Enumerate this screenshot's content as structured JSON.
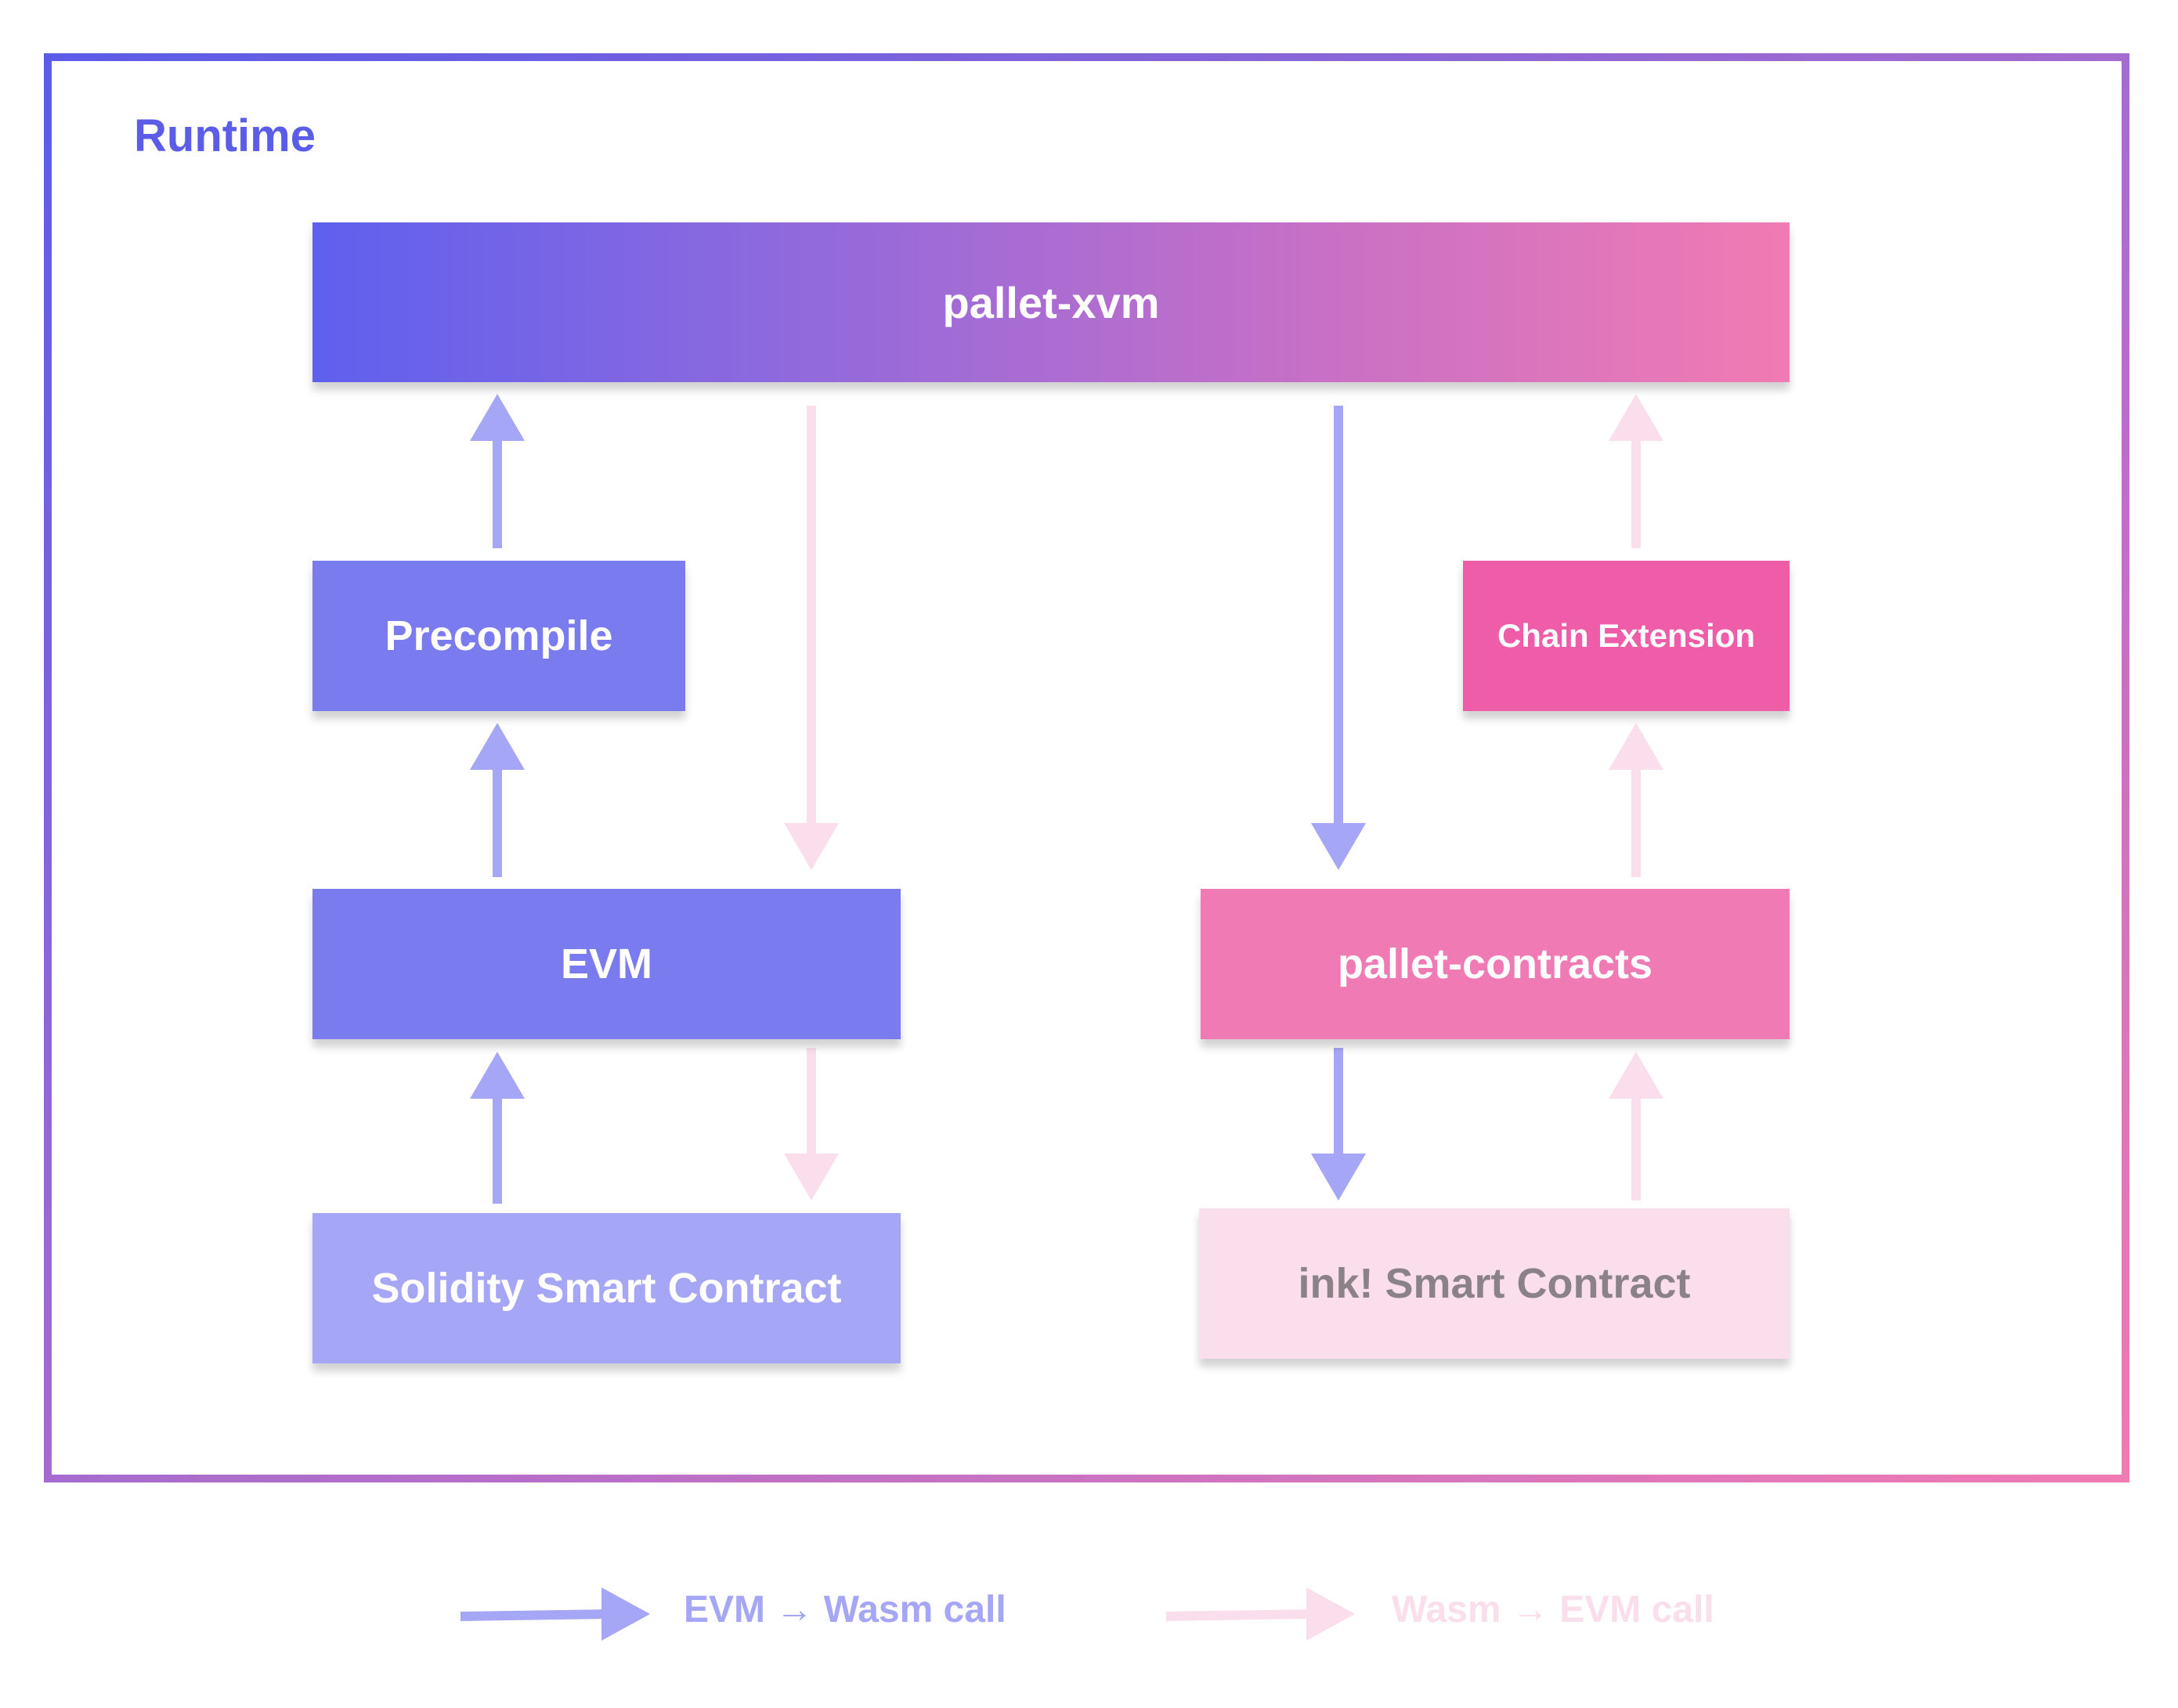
{
  "title": "Runtime",
  "boxes": {
    "xvm": "pallet-xvm",
    "precompile": "Precompile",
    "chain_extension": "Chain Extension",
    "evm": "EVM",
    "contracts": "pallet-contracts",
    "solidity": "Solidity Smart Contract",
    "ink": "ink! Smart Contract"
  },
  "legend": {
    "evm_to_wasm": "EVM → Wasm call",
    "wasm_to_evm": "Wasm → EVM call"
  },
  "colors": {
    "border_start": "#5b5ce8",
    "border_end": "#f07ab4",
    "evm_arrow": "#a5a6f6",
    "wasm_arrow": "#fbdeeb"
  }
}
